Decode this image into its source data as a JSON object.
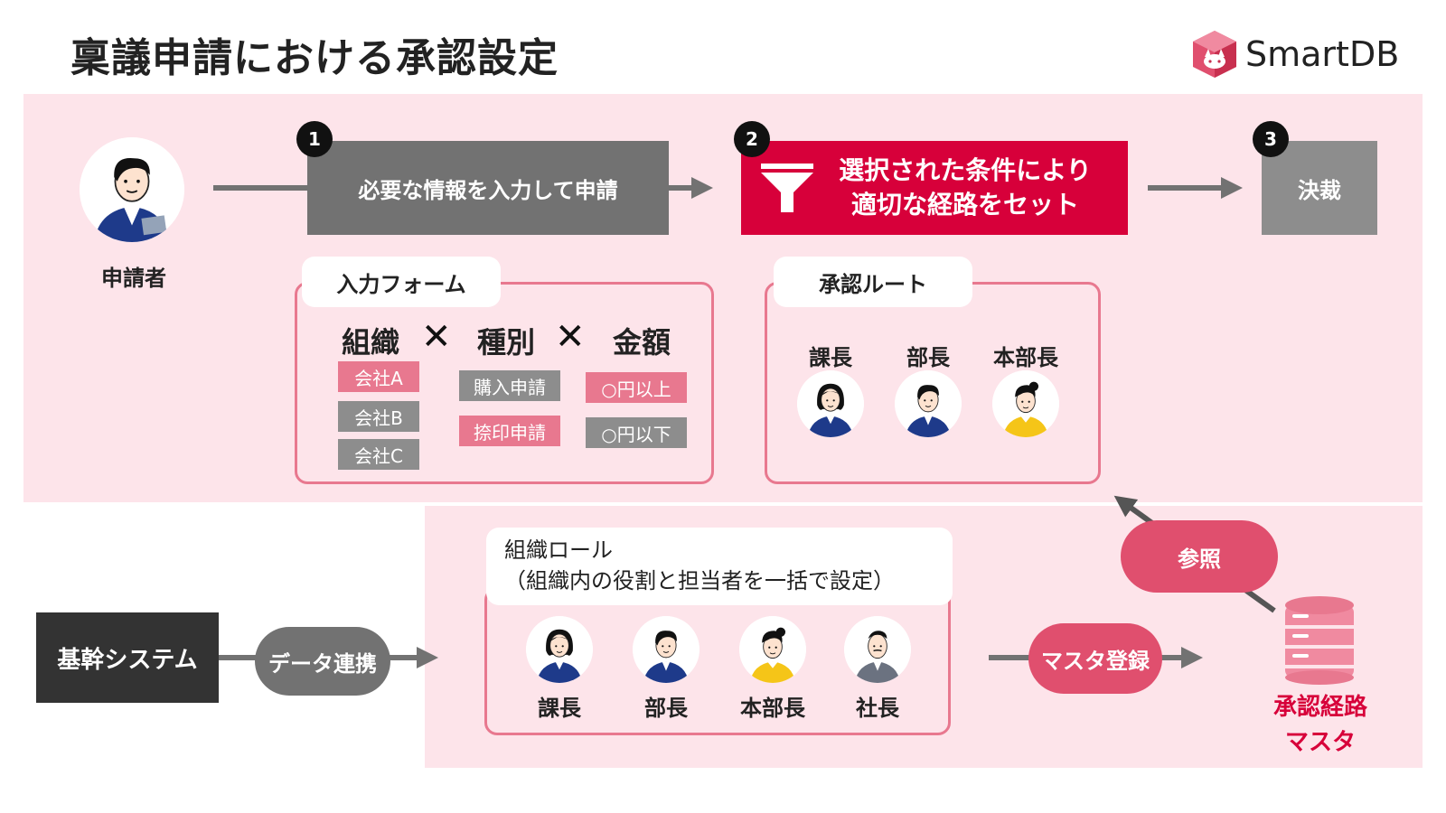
{
  "page": {
    "title": "稟議申請における承認設定"
  },
  "logo": {
    "text": "SmartDB"
  },
  "applicant": {
    "label": "申請者"
  },
  "steps": [
    {
      "number": "1",
      "label": "必要な情報を入力して申請"
    },
    {
      "number": "2",
      "line1": "選択された条件により",
      "line2": "適切な経路をセット"
    },
    {
      "number": "3",
      "label": "決裁"
    }
  ],
  "input_form": {
    "tab_label": "入力フォーム",
    "factors": [
      "組織",
      "種別",
      "金額"
    ],
    "times_symbol": "✕",
    "organizations": [
      "会社A",
      "会社B",
      "会社C"
    ],
    "types": [
      "購入申請",
      "捺印申請"
    ],
    "amounts": [
      "○円以上",
      "○円以下"
    ]
  },
  "approval_route": {
    "tab_label": "承認ルート",
    "roles": [
      "課長",
      "部長",
      "本部長"
    ]
  },
  "org_role": {
    "tab_line1": "組織ロール",
    "tab_line2": "（組織内の役割と担当者を一括で設定）",
    "roles": [
      "課長",
      "部長",
      "本部長",
      "社長"
    ]
  },
  "core_system": {
    "label": "基幹システム"
  },
  "pills": {
    "data_link": "データ連携",
    "master_register": "マスタ登録",
    "reference": "参照"
  },
  "master": {
    "line1": "承認経路",
    "line2": "マスタ"
  },
  "colors": {
    "accent_red": "#d7003a",
    "band_pink": "#fde4ea",
    "panel_border": "#e8788f",
    "pill_pink": "#e04f6e",
    "gray_box": "#727272",
    "dark_box": "#333333"
  }
}
